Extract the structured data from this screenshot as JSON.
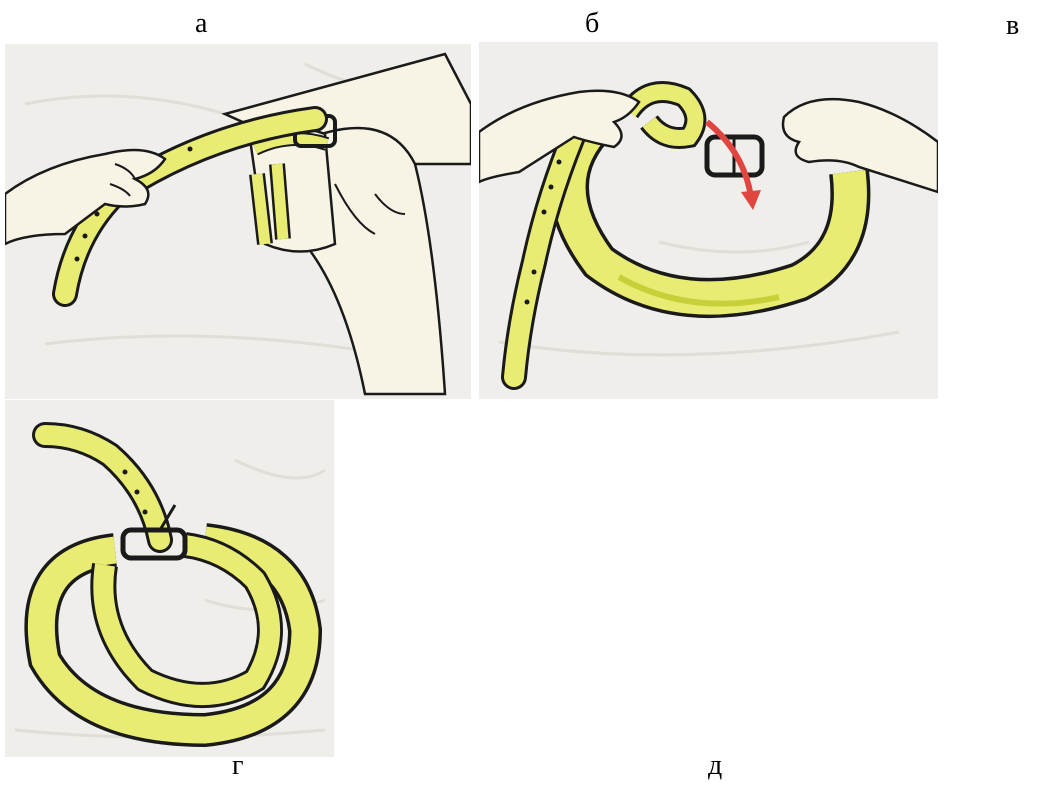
{
  "figure": {
    "labels": {
      "a": "а",
      "b": "б",
      "v": "в",
      "g": "г",
      "d": "д"
    },
    "colors": {
      "belt": "#e9ec72",
      "belt_shadow": "#c9cf38",
      "outline": "#1a1a1a",
      "paper": "#efeeea",
      "skin": "#f7f4e6",
      "arrow": "#e0453f"
    },
    "panels": [
      {
        "id": "a",
        "subject": "belt-through-buckle-around-arm"
      },
      {
        "id": "b",
        "subject": "belt-loop-with-arrow"
      },
      {
        "id": "g",
        "subject": "belt-double-loop"
      }
    ]
  }
}
